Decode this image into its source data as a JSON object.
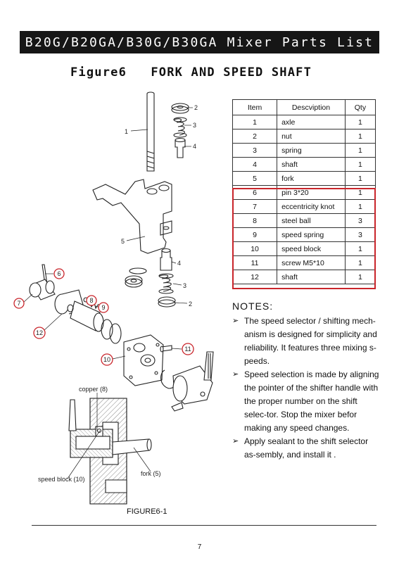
{
  "header": {
    "title": "B20G/B20GA/B30G/B30GA Mixer Parts List"
  },
  "figure": {
    "title": "Figure6   FORK AND SPEED SHAFT",
    "caption": "FIGURE6-1"
  },
  "table": {
    "headers": [
      "Item",
      "Descviption",
      "Qty"
    ],
    "rows": [
      {
        "no": "1",
        "desc": "axle",
        "qty": "1"
      },
      {
        "no": "2",
        "desc": "nut",
        "qty": "1"
      },
      {
        "no": "3",
        "desc": "spring",
        "qty": "1"
      },
      {
        "no": "4",
        "desc": "shaft",
        "qty": "1"
      },
      {
        "no": "5",
        "desc": "fork",
        "qty": "1"
      },
      {
        "no": "6",
        "desc": "pin 3*20",
        "qty": "1"
      },
      {
        "no": "7",
        "desc": "eccentricity knot",
        "qty": "1"
      },
      {
        "no": "8",
        "desc": "steel ball",
        "qty": "3"
      },
      {
        "no": "9",
        "desc": "speed spring",
        "qty": "3"
      },
      {
        "no": "10",
        "desc": "speed block",
        "qty": "1"
      },
      {
        "no": "11",
        "desc": "screw M5*10",
        "qty": "1"
      },
      {
        "no": "12",
        "desc": "shaft",
        "qty": "1"
      }
    ]
  },
  "notes": {
    "title": "NOTES:",
    "items": [
      "The speed selector / shifting mech-anism is designed for simplicity and reliability. It features three mixing s-peeds.",
      "Speed selection is made by aligning the pointer of the shifter handle with the proper number on the shift selec-tor. Stop the mixer befor making any speed changes.",
      "Apply sealant to the shift selector as-sembly, and install it ."
    ]
  },
  "callouts": {
    "plain": [
      "1",
      "2",
      "3",
      "4",
      "5",
      "4",
      "3",
      "2"
    ],
    "circled": [
      "6",
      "7",
      "8",
      "9",
      "12",
      "10",
      "11"
    ]
  },
  "section_labels": {
    "copper": "copper (8)",
    "speed_block": "speed block (10)",
    "fork": "fork (5)"
  },
  "colors": {
    "accent_red": "#c9252b",
    "banner_bg": "#161616"
  },
  "page": {
    "number": "7"
  }
}
